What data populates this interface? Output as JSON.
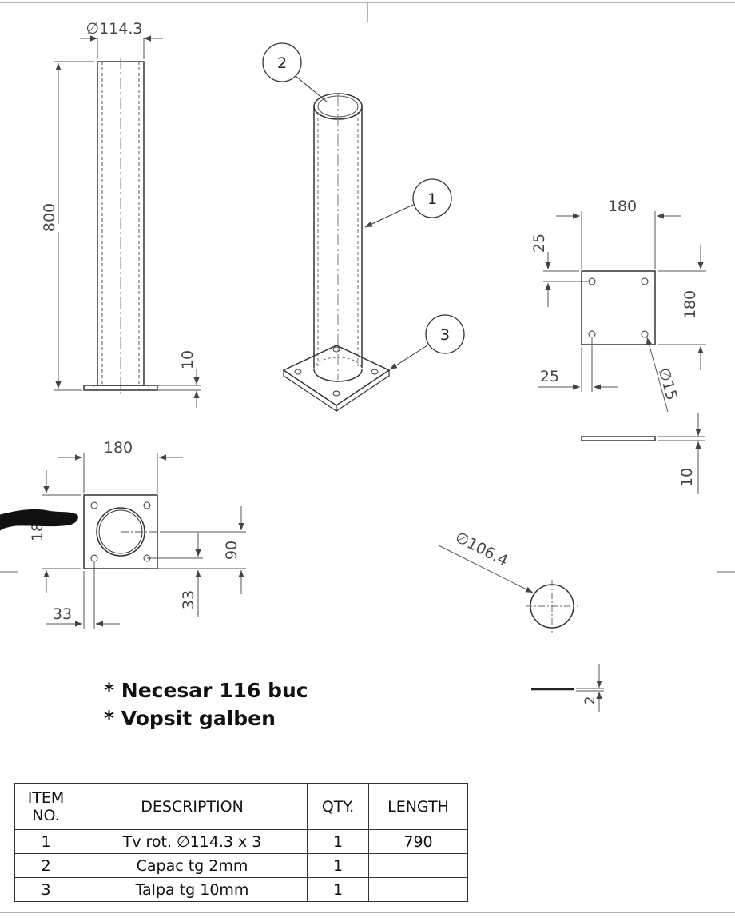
{
  "dimensions": {
    "pipe_diameter": "∅114.3",
    "pipe_height": "800",
    "plate_thickness_side": "10",
    "plate_width_top": "180",
    "plate_height_top": "180",
    "hole_offset_top": "25",
    "hole_offset_bottom": "25",
    "hole_diameter": "∅15",
    "plate_thickness_right": "10",
    "base_width": "180",
    "base_height_partial": "18",
    "base_center": "90",
    "base_edge_vertical": "33",
    "base_edge_horizontal": "33",
    "cap_diameter": "∅106.4",
    "cap_thickness": "2"
  },
  "balloons": {
    "b1": "1",
    "b2": "2",
    "b3": "3"
  },
  "notes": {
    "line1": "* Necesar 116 buc",
    "line2": "* Vopsit galben"
  },
  "bom": {
    "headers": {
      "item": "ITEM NO.",
      "description": "DESCRIPTION",
      "qty": "QTY.",
      "length": "LENGTH"
    },
    "rows": [
      {
        "item": "1",
        "description": "Tv rot. ∅114.3 x 3",
        "qty": "1",
        "length": "790"
      },
      {
        "item": "2",
        "description": "Capac tg 2mm",
        "qty": "1",
        "length": ""
      },
      {
        "item": "3",
        "description": "Talpa tg 10mm",
        "qty": "1",
        "length": ""
      }
    ]
  },
  "colors": {
    "line": "#333333",
    "dimension": "#555555",
    "annotation_scribble": "#111111"
  }
}
